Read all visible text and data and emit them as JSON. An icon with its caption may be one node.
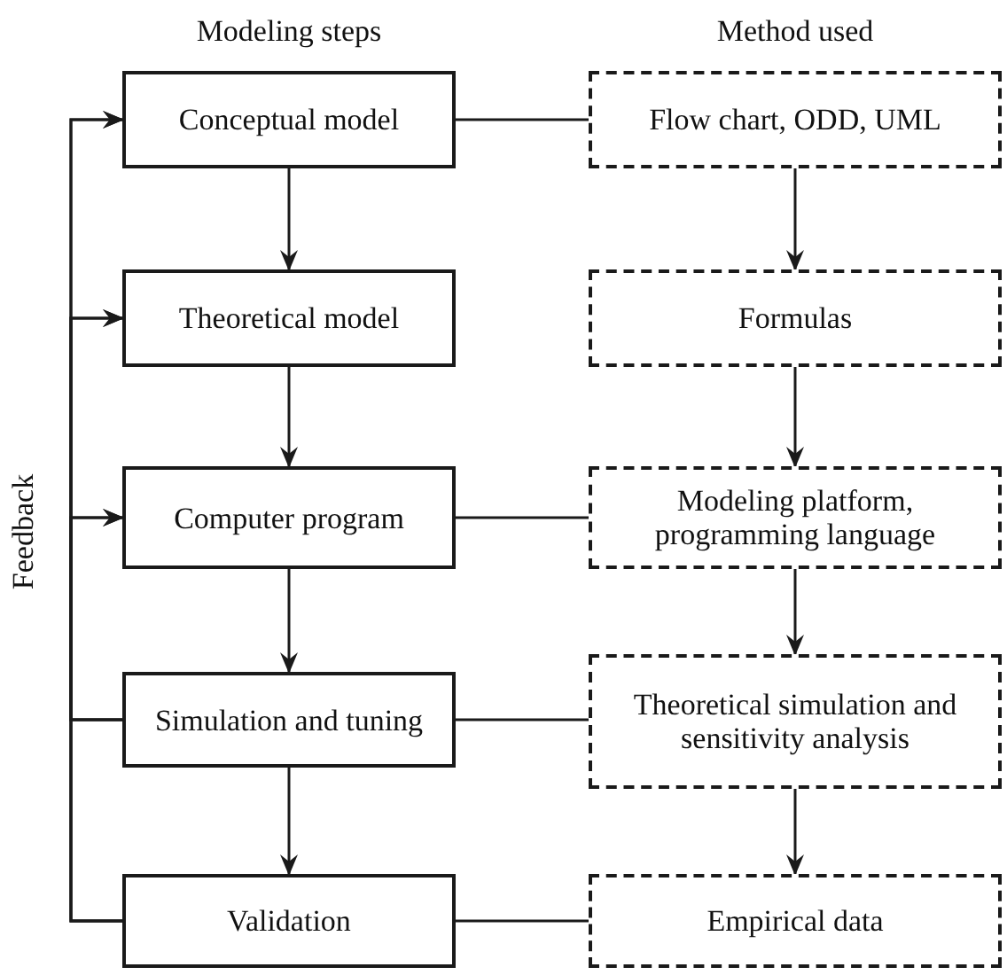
{
  "diagram": {
    "nodes": [
      {
        "text": [
          "Conceptual model"
        ]
      },
      {
        "text": [
          "Flow chart, ODD, UML"
        ]
      },
      {
        "text": [
          "Theoretical model"
        ]
      },
      {
        "text": [
          "Formulas"
        ]
      },
      {
        "text": [
          "Computer program"
        ]
      },
      {
        "text": [
          "Modeling platform, programming language"
        ]
      },
      {
        "text": [
          "Simulation and tuning"
        ]
      },
      {
        "text": [
          "Theoretical simulation and sensitivity analysis"
        ]
      },
      {
        "text": [
          "Validation"
        ]
      },
      {
        "text": [
          "Empirical data"
        ]
      }
    ],
    "edges": [
      {
        "from": 0,
        "to": 2,
        "arrow": "to"
      },
      {
        "from": 2,
        "to": 4,
        "arrow": "to"
      },
      {
        "from": 4,
        "to": 6,
        "arrow": "to"
      },
      {
        "from": 6,
        "to": 8,
        "arrow": "to"
      },
      {
        "from": 1,
        "to": 3,
        "arrow": "to"
      },
      {
        "from": 3,
        "to": 5,
        "arrow": "to"
      },
      {
        "from": 5,
        "to": 7,
        "arrow": "to"
      },
      {
        "from": 7,
        "to": 9,
        "arrow": "to"
      },
      {
        "from": 0,
        "to": 1,
        "arrow": "none"
      },
      {
        "from": 4,
        "to": 5,
        "arrow": "none"
      },
      {
        "from": 6,
        "to": 7,
        "arrow": "none"
      },
      {
        "from": 8,
        "to": 9,
        "arrow": "none"
      },
      {
        "from": 6,
        "to": 0,
        "arrow": "to"
      },
      {
        "from": 6,
        "to": 2,
        "arrow": "to"
      },
      {
        "from": 6,
        "to": 4,
        "arrow": "to"
      },
      {
        "from": 8,
        "to": 0,
        "arrow": "to"
      },
      {
        "from": 8,
        "to": 2,
        "arrow": "to"
      },
      {
        "from": 8,
        "to": 4,
        "arrow": "to"
      }
    ],
    "labels": [
      "Modeling steps",
      "Method used",
      "Feedback"
    ]
  }
}
